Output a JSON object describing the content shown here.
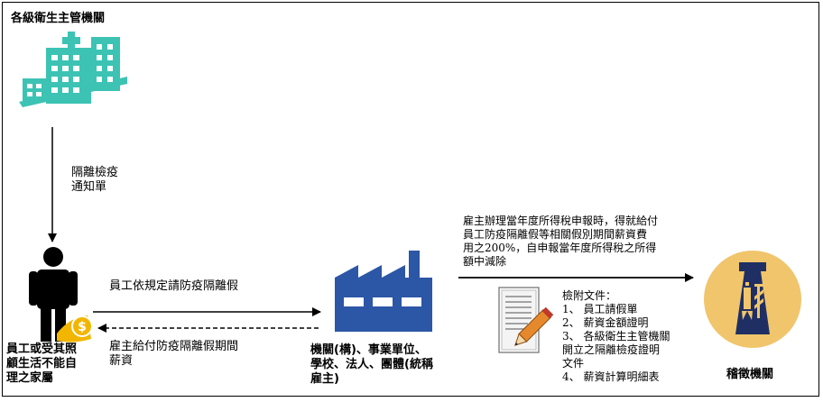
{
  "health_agency": {
    "label": "各級衛生主管機關"
  },
  "quarantine_notice": {
    "line1": "隔離檢疫",
    "line2": "通知單"
  },
  "employee": {
    "line1": "員工或受其照",
    "line2": "顧生活不能自",
    "line3": "理之家屬"
  },
  "employee_request": {
    "label": "員工依規定請防疫隔離假"
  },
  "employer_payment": {
    "line1": "雇主給付防疫隔離假期間",
    "line2": "薪資"
  },
  "employer": {
    "line1": "機關(構)、事業單位、",
    "line2": "學校、法人、團體(統稱",
    "line3": "雇主)"
  },
  "tax_note": {
    "line1": "雇主辦理當年度所得稅申報時，得就給付",
    "line2": "員工防疫隔離假等相關假別期間薪資費",
    "line3": "用之200%，自申報當年度所得稅之所得",
    "line4": "額中減除"
  },
  "documents": {
    "title": "檢附文件：",
    "item1": "1、 員工請假單",
    "item2": "2、 薪資金額證明",
    "item3a": "3、 各級衛生主管機關",
    "item3b": "開立之隔離檢疫證明",
    "item3c": "文件",
    "item4": "4、 薪資計算明細表"
  },
  "tax_office": {
    "label": "稽徵機關"
  },
  "colors": {
    "hospital": "#3cc3b4",
    "factory": "#2c56a6",
    "seal_gold": "#f1c56c",
    "seal_navy": "#1f2f64",
    "coin": "#f2b600"
  }
}
